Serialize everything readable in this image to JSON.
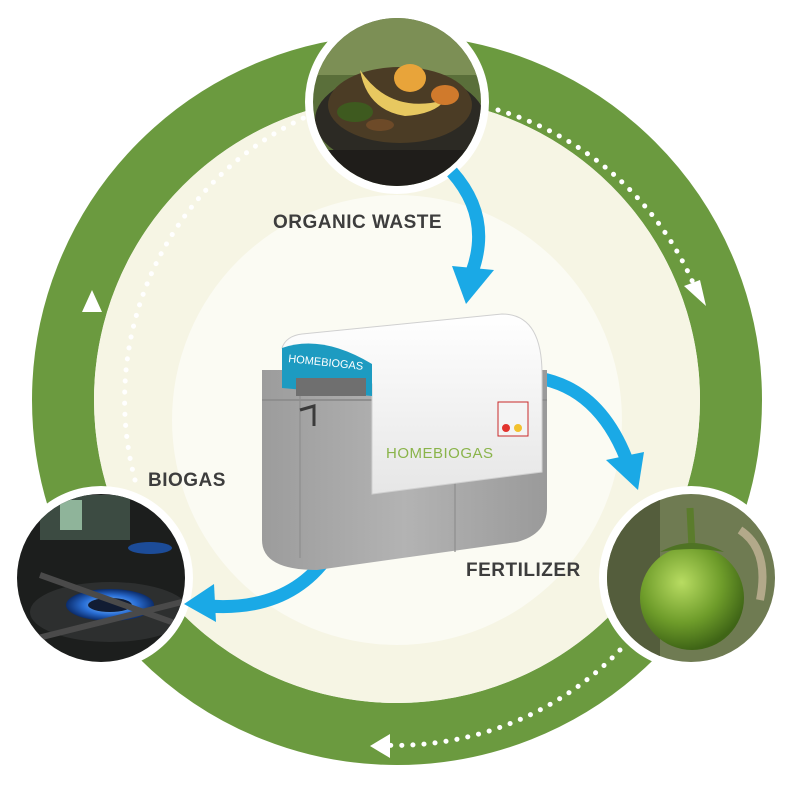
{
  "colors": {
    "ring": "#6b9a3f",
    "inner": "#f6f5e4",
    "arrow": "#1aa9e6",
    "label": "#3d3d3d",
    "device_tank": "#a9a9a9",
    "device_lid": "#ffffff",
    "device_accent": "#1d9bc1"
  },
  "labels": {
    "organic_waste": "ORGANIC WASTE",
    "biogas": "BIOGAS",
    "fertilizer": "FERTILIZER"
  },
  "device": {
    "brand_front": "HOMEBIOGAS",
    "brand_side": "HOMEBIOGAS"
  },
  "photos": {
    "top": "organic-waste-photo",
    "left": "gas-stove-flame-photo",
    "right": "green-tomato-photo"
  }
}
